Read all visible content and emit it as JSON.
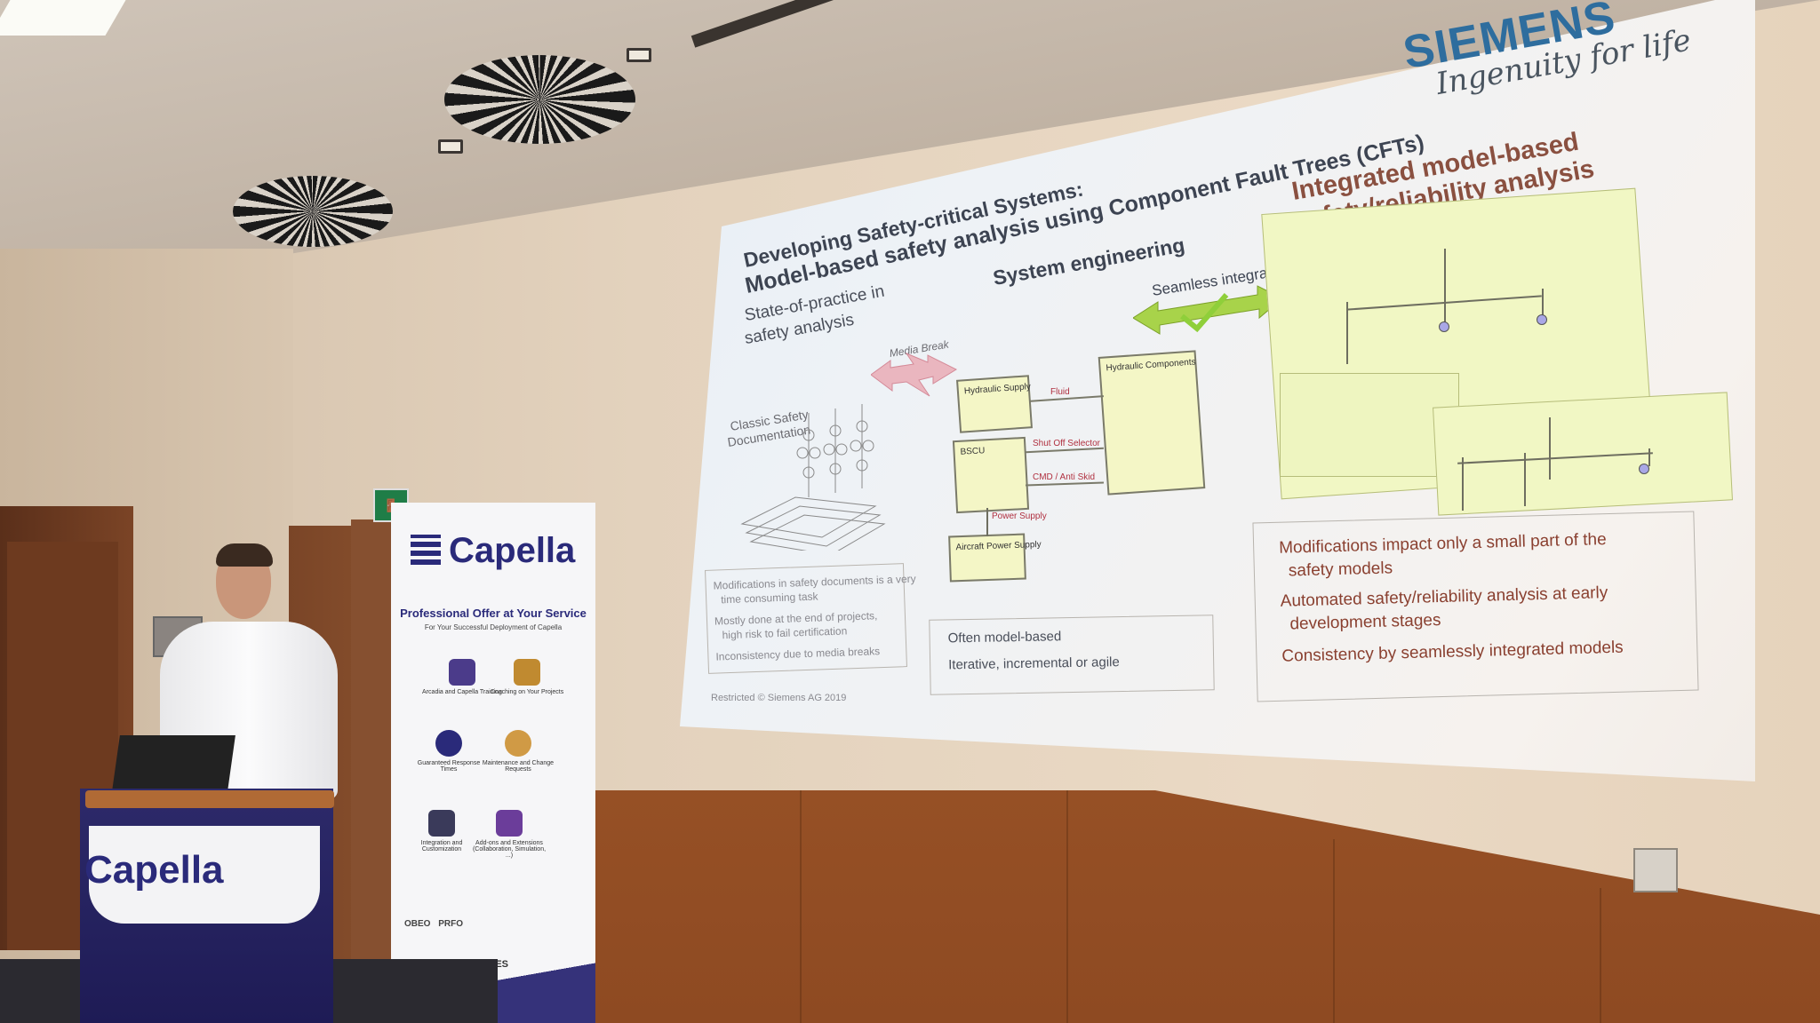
{
  "slide": {
    "brand": "SIEMENS",
    "tagline": "Ingenuity for life",
    "title_line1": "Developing Safety-critical Systems:",
    "title_line2": "Model-based safety analysis using Component Fault Trees (CFTs)",
    "section_system_engineering": "System engineering",
    "section_state_of_practice_line1": "State-of-practice in",
    "section_state_of_practice_line2": "safety analysis",
    "section_integrated_line1": "Integrated model-based",
    "section_integrated_line2": "safety/reliability analysis",
    "seamless_integration": "Seamless integration",
    "media_break": "Media Break",
    "classic_safety_line1": "Classic Safety",
    "classic_safety_line2": "Documentation",
    "diagram": {
      "hydraulic_supply": "Hydraulic Supply",
      "hydraulic_components": "Hydraulic Components",
      "bscu": "BSCU",
      "aircraft_power_supply": "Aircraft Power Supply",
      "fluid": "Fluid",
      "shut_off_selector": "Shut Off Selector",
      "cmd_anti_skid": "CMD / Anti Skid",
      "power_supply": "Power Supply"
    },
    "left_bullets": [
      "Modifications in safety documents is a very",
      "time consuming task",
      "Mostly done at the end of projects,",
      "high risk to fail certification",
      "Inconsistency due to media breaks"
    ],
    "middle_bullets": [
      "Often model-based",
      "Iterative, incremental or agile"
    ],
    "right_bullets": [
      "Modifications impact only a small part of the",
      "safety models",
      "Automated safety/reliability analysis at early",
      "development stages",
      "Consistency by seamlessly integrated models"
    ],
    "footer": "Restricted © Siemens AG 2019"
  },
  "banner": {
    "logo": "Capella",
    "headline": "Professional Offer at Your Service",
    "subline": "For Your Successful Deployment of Capella",
    "items": [
      "Arcadia and Capella Training",
      "Coaching on Your Projects",
      "Guaranteed Response Times",
      "Maintenance and Change Requests",
      "Integration and Customization",
      "Add-ons and Extensions (Collaboration, Simulation, ...)"
    ],
    "partners": "OBEO PRFO",
    "thales": "THALES"
  },
  "podium": {
    "logo": "Capella"
  },
  "colors": {
    "siemens": "#2e6d9e",
    "capella": "#2a2a7a",
    "slide_heading_right": "#8a5040",
    "cft_fill": "#f1f7c4"
  }
}
